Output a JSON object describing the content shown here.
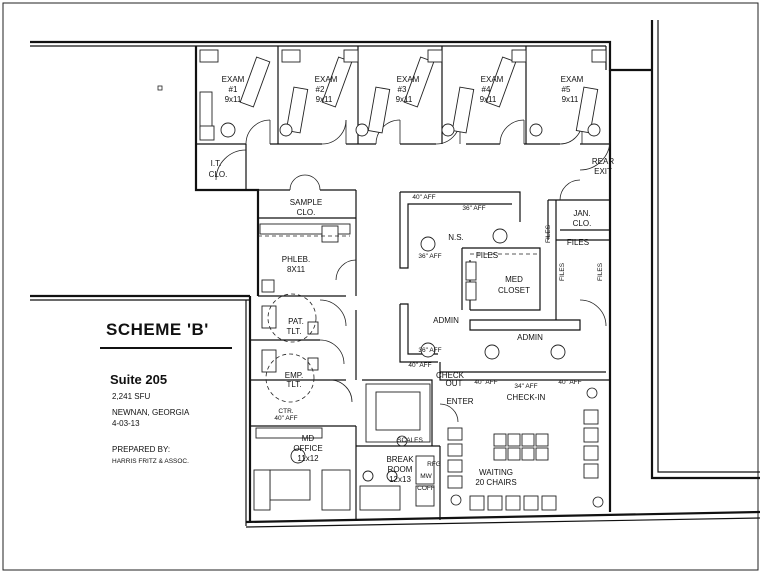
{
  "title_block": {
    "scheme": "SCHEME 'B'",
    "suite": "Suite 205",
    "area": "2,241 SFU",
    "city": "NEWNAN, GEORGIA",
    "date": "4-03-13",
    "prepared_by": "PREPARED BY:",
    "firm": "HARRIS FRITZ & ASSOC."
  },
  "rooms": {
    "exam1": [
      "EXAM",
      "#1",
      "9x11"
    ],
    "exam2": [
      "EXAM",
      "#2",
      "9x11"
    ],
    "exam3": [
      "EXAM",
      "#3",
      "9x11"
    ],
    "exam4": [
      "EXAM",
      "#4",
      "9x11"
    ],
    "exam5": [
      "EXAM",
      "#5",
      "9x11"
    ],
    "it_closet": [
      "I.T.",
      "CLO."
    ],
    "rear_exit": [
      "REAR",
      "EXIT"
    ],
    "sample_closet": [
      "SAMPLE",
      "CLO."
    ],
    "jan_closet": [
      "JAN.",
      "CLO."
    ],
    "phleb": [
      "PHLEB.",
      "8X11"
    ],
    "pat_toilet": [
      "PAT.",
      "TLT."
    ],
    "emp_toilet": [
      "EMP.",
      "TLT."
    ],
    "md_office": [
      "MD",
      "OFFICE",
      "11x12"
    ],
    "med_closet": [
      "MED",
      "CLOSET"
    ],
    "break_room": [
      "BREAK",
      "ROOM",
      "12x13"
    ],
    "waiting": [
      "WAITING",
      "20 CHAIRS"
    ]
  },
  "labels": {
    "ns": "N.S.",
    "files_a": "FILES",
    "files_b": "FILES",
    "files_c": "FILES",
    "files_d": "FILES",
    "files_e": "FILES",
    "admin_a": "ADMIN",
    "admin_b": "ADMIN",
    "check_out_1": "CHECK",
    "check_out_2": "OUT",
    "check_in": "CHECK-IN",
    "enter": "ENTER",
    "scales": "SCALES",
    "ctr": "CTR.",
    "aff_40_ctr": "40\" AFF",
    "aff_40_ns": "40\" AFF",
    "aff_36_ns": "36\" AFF",
    "aff_36_ns2": "36\" AFF",
    "aff_36_admin": "36\" AFF",
    "aff_40_admin": "40\" AFF",
    "aff_40_ci1": "40\" AFF",
    "aff_34_ci": "34\" AFF",
    "aff_40_ci2": "40\" AFF",
    "rfg": "RFG",
    "mw": "MW",
    "coff": "COFF"
  }
}
